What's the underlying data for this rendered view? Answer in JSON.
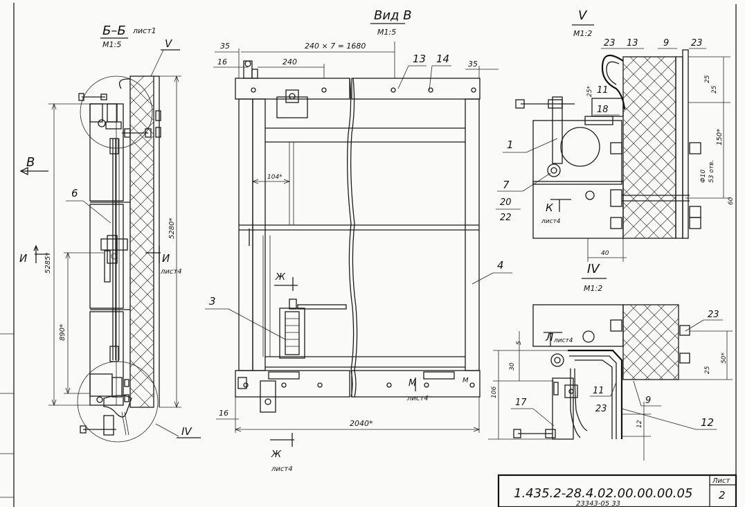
{
  "views": {
    "section_bb": {
      "title": "Б–Б",
      "sheet_ref": "лист1",
      "scale": "М1:5",
      "label_v": "V",
      "label_iv": "IV",
      "label_b": "В",
      "label_6": "6",
      "label_i": "И",
      "label_i2": "И",
      "sheet4": "лист4",
      "dim_5285": "5285*",
      "dim_5280": "5280*",
      "dim_890": "890*"
    },
    "view_b": {
      "title": "Вид В",
      "scale": "М1:5",
      "dim_240x7": "240 × 7 = 1680",
      "dim_35a": "35",
      "dim_16a": "16",
      "dim_240": "240",
      "dim_35b": "35",
      "label_13": "13",
      "label_14": "14",
      "dim_104": "104*",
      "label_zh": "Ж",
      "label_3": "3",
      "label_4": "4",
      "label_m": "М",
      "label_m2": "М",
      "sheet4_m": "лист4",
      "dim_16b": "16",
      "dim_2040": "2040*",
      "label_zh2": "Ж",
      "sheet4_zh": "лист4"
    },
    "detail_v": {
      "title": "V",
      "scale": "М1:2",
      "labels": [
        "23",
        "13",
        "9",
        "23",
        "11",
        "18",
        "1",
        "7",
        "20",
        "22"
      ],
      "label_k": "К",
      "sheet4": "лист4",
      "dim_25": "25*",
      "dim_25b": "25",
      "dim_25c": "25",
      "dim_150": "150*",
      "dim_phi10": "Ф10",
      "dim_53": "53 отв.",
      "dim_60": "60",
      "dim_40": "40"
    },
    "detail_iv": {
      "title": "IV",
      "scale": "М1:2",
      "labels": [
        "23",
        "17",
        "11",
        "23",
        "9",
        "12"
      ],
      "label_l": "Л",
      "sheet4": "лист4",
      "dim_5": "5",
      "dim_30": "30",
      "dim_106": "106",
      "dim_50": "50*",
      "dim_25": "25",
      "dim_12": "12"
    }
  },
  "title_block": {
    "designation": "1.435.2-28.4.02.00.00.00.05",
    "sheet_label": "Лист",
    "sheet_no": "2",
    "footer": "23343-05  33"
  }
}
